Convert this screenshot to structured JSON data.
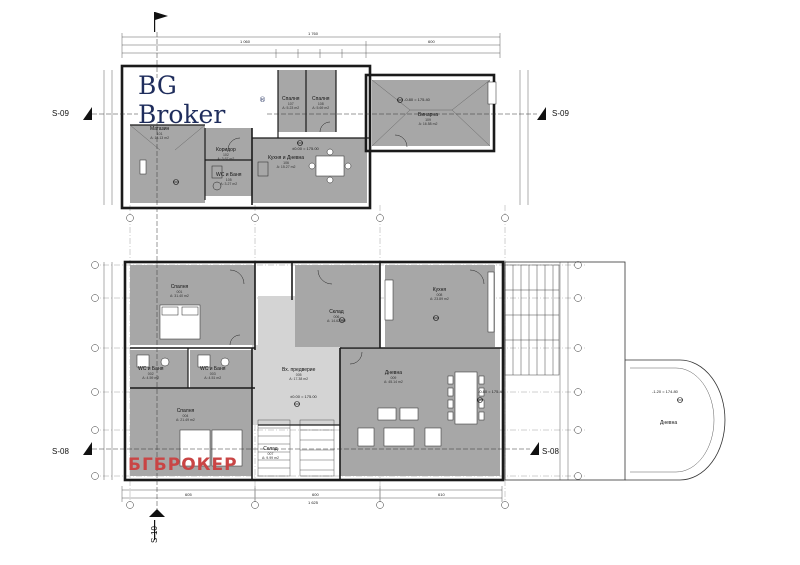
{
  "logo": {
    "text": "BG Broker",
    "mark": "®"
  },
  "watermark": "БГБРОКЕР",
  "sections": {
    "s09_left": "S-09",
    "s09_right": "S-09",
    "s08_left": "S-08",
    "s08_right": "S-08",
    "s10": "S-10"
  },
  "upper_rooms": {
    "magazin": {
      "name": "Магазин",
      "num": "101",
      "area": "А: 18.13 m2"
    },
    "koridor": {
      "name": "Коридор",
      "num": "102",
      "area": "А: 3.67 m2"
    },
    "wc1": {
      "name": "WC и Баня",
      "num": "105",
      "area": "А: 3.27 m2"
    },
    "kuhnia1": {
      "name": "Кухня и Дневна",
      "num": "106",
      "area": "А: 15.27 m2"
    },
    "spalnia1": {
      "name": "Спалня",
      "num": "107",
      "area": "А: 5.23 m2"
    },
    "spalnia2": {
      "name": "Спалня",
      "num": "108",
      "area": "А: 5.69 m2"
    },
    "vinarna": {
      "name": "Винарна",
      "num": "109",
      "area": "А: 16.58 m2"
    }
  },
  "lower_rooms": {
    "spalnia3": {
      "name": "Спалня",
      "num": "001",
      "area": "А: 31.40 m2"
    },
    "wc2": {
      "name": "WC и Баня",
      "num": "002",
      "area": "А: 4.59 m2"
    },
    "wc3": {
      "name": "WC и Баня",
      "num": "003",
      "area": "А: 4.51 m2"
    },
    "spalnia4": {
      "name": "Спалня",
      "num": "004",
      "area": "А: 21.49 m2"
    },
    "vh": {
      "name": "Вх. предверие",
      "num": "005",
      "area": "А: 17.38 m2"
    },
    "sklad1": {
      "name": "Склад",
      "num": "006",
      "area": "А: 14.62 m2"
    },
    "sklad2": {
      "name": "Склад",
      "num": "007",
      "area": "А: 9.99 m2"
    },
    "kuhnia2": {
      "name": "Кухня",
      "num": "008",
      "area": "А: 23.89 m2"
    },
    "dnevna": {
      "name": "Дневна",
      "num": "009",
      "area": "А: 45.14 m2"
    },
    "dnevna2": {
      "name": "Дневна",
      "num": "",
      "area": ""
    }
  },
  "dimensions": {
    "top_total": "1 760",
    "top_a": "1 060",
    "top_b": "600",
    "bottom_total": "1 625",
    "bottom_a": "605",
    "bottom_b": "600",
    "bottom_c": "610"
  },
  "levels": {
    "upper": "±0.00 = 175.00",
    "vinarna": "-0.80 = 175.40",
    "lower": "±0.00 = 175.00",
    "terrace": "-1.20 = 174.80",
    "lower_right": "-0.80 = 175.40"
  }
}
